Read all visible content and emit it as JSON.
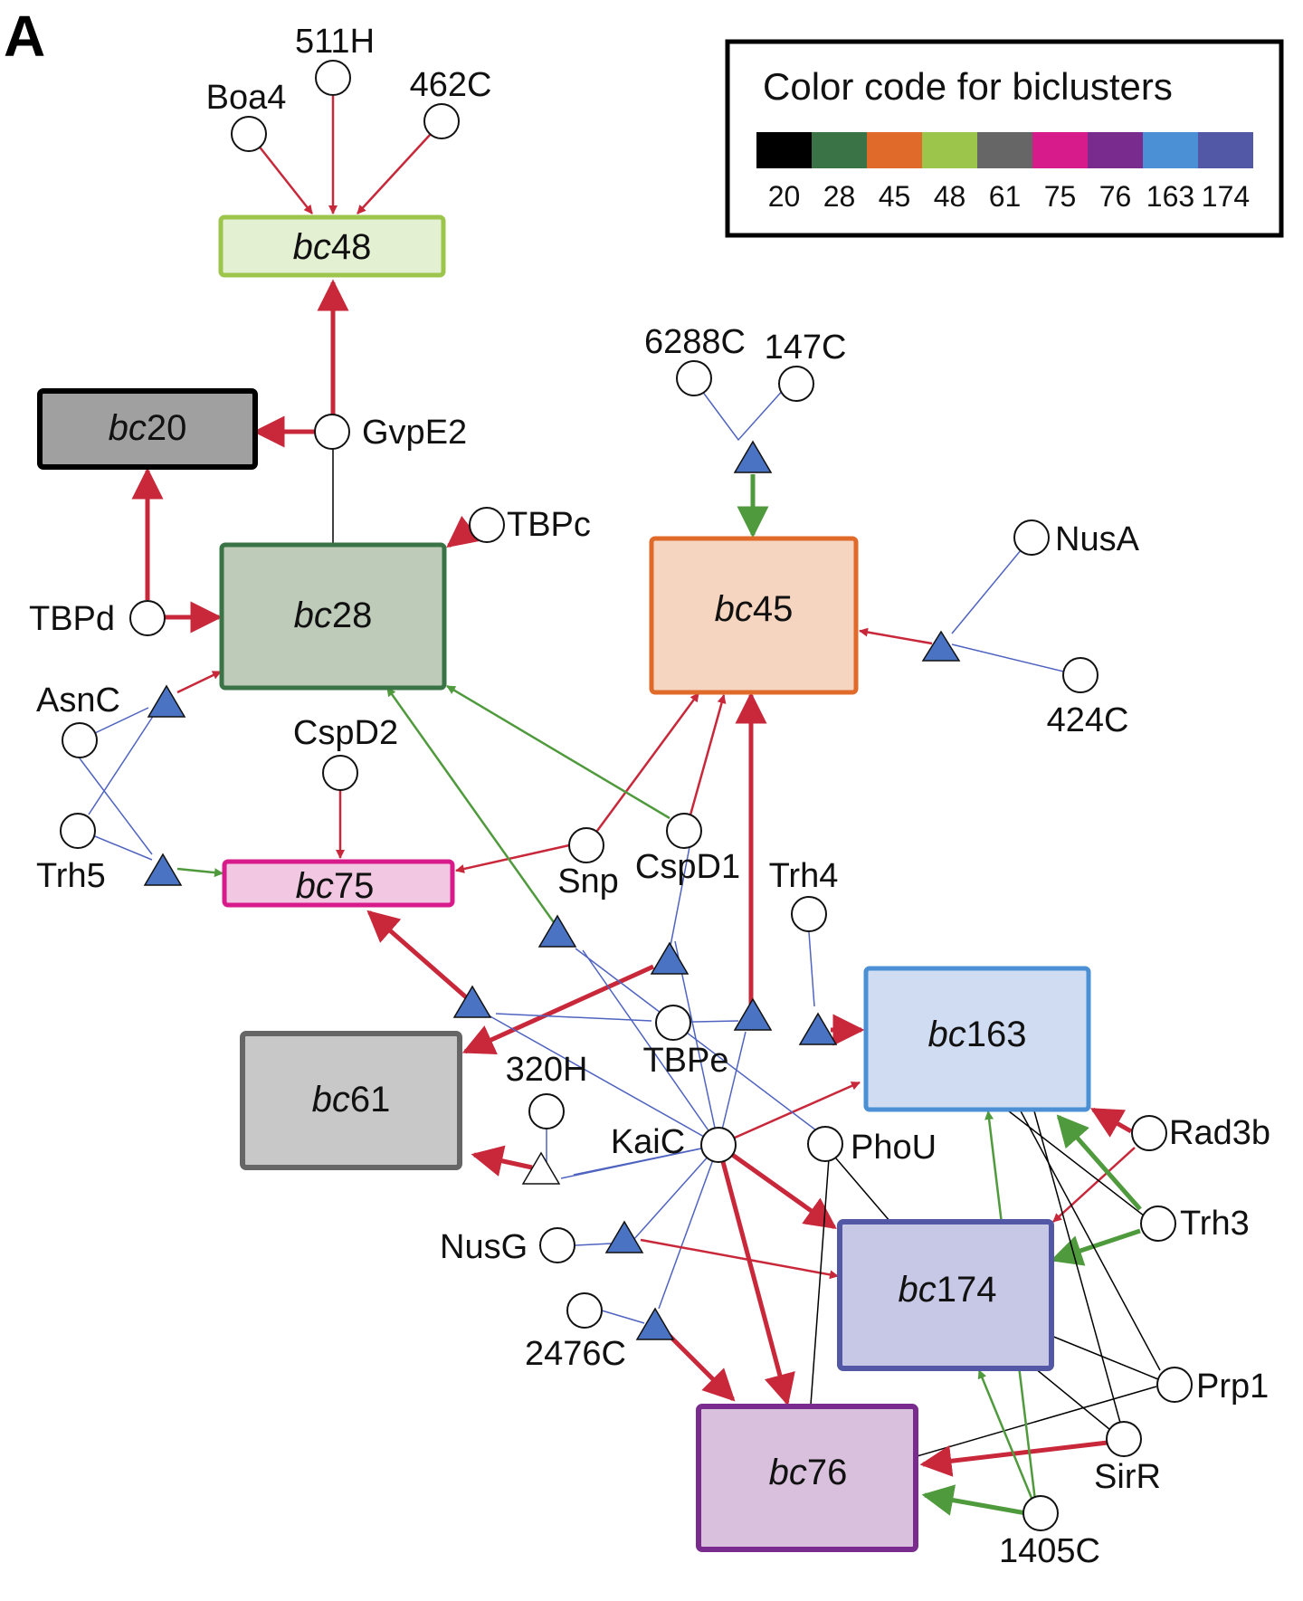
{
  "panel_label": "A",
  "legend": {
    "title": "Color code for biclusters",
    "entries": [
      {
        "label": "20",
        "color": "#000000"
      },
      {
        "label": "28",
        "color": "#3a7446"
      },
      {
        "label": "45",
        "color": "#e06a2a"
      },
      {
        "label": "48",
        "color": "#9cc54c"
      },
      {
        "label": "61",
        "color": "#666666"
      },
      {
        "label": "75",
        "color": "#d81b8a"
      },
      {
        "label": "76",
        "color": "#7a2c8e"
      },
      {
        "label": "163",
        "color": "#4b90d4"
      },
      {
        "label": "174",
        "color": "#5257a6"
      }
    ]
  },
  "biclusters": [
    {
      "id": "bc48",
      "prefix": "bc",
      "number": "48",
      "border": "#9cc54c",
      "fill": "#e4f0d2"
    },
    {
      "id": "bc20",
      "prefix": "bc",
      "number": "20",
      "border": "#000000",
      "fill": "#a0a0a0"
    },
    {
      "id": "bc28",
      "prefix": "bc",
      "number": "28",
      "border": "#3a7446",
      "fill": "#bdcbb8"
    },
    {
      "id": "bc45",
      "prefix": "bc",
      "number": "45",
      "border": "#e06a2a",
      "fill": "#f5d5bf"
    },
    {
      "id": "bc75",
      "prefix": "bc",
      "number": "75",
      "border": "#d81b8a",
      "fill": "#f1c7e1"
    },
    {
      "id": "bc61",
      "prefix": "bc",
      "number": "61",
      "border": "#666666",
      "fill": "#c8c8c8"
    },
    {
      "id": "bc163",
      "prefix": "bc",
      "number": "163",
      "border": "#4b90d4",
      "fill": "#cfdcf2"
    },
    {
      "id": "bc174",
      "prefix": "bc",
      "number": "174",
      "border": "#5257a6",
      "fill": "#c7c7e6"
    },
    {
      "id": "bc76",
      "prefix": "bc",
      "number": "76",
      "border": "#7a2c8e",
      "fill": "#d9c0dd"
    }
  ],
  "regulators": [
    "511H",
    "Boa4",
    "462C",
    "GvpE2",
    "TBPc",
    "TBPd",
    "6288C",
    "147C",
    "NusA",
    "424C",
    "AsnC",
    "CspD2",
    "Trh5",
    "Snp",
    "CspD1",
    "Trh4",
    "TBPe",
    "320H",
    "KaiC",
    "PhoU",
    "Rad3b",
    "Trh3",
    "NusG",
    "2476C",
    "Prp1",
    "SirR",
    "1405C"
  ],
  "edge_colors": {
    "repression": "#c8283a",
    "activation": "#4f9a3c",
    "combinatorial": "#4f63c0",
    "association": "#000000"
  },
  "node_colors": {
    "and_gate": "#4a73c4",
    "or_gate": "#ffffff"
  }
}
